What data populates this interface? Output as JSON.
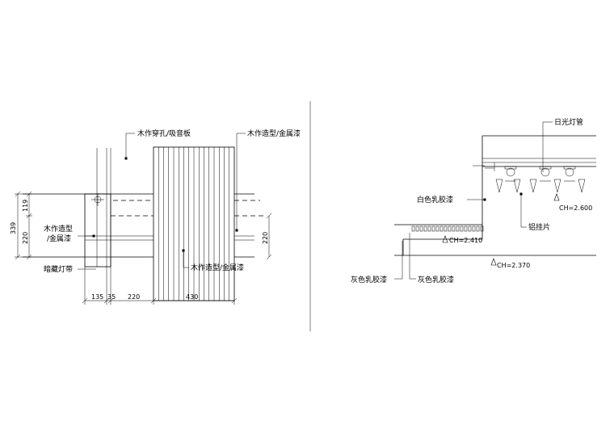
{
  "left_drawing": {
    "labels": {
      "perforated_panel": "木作穿孔/吸音板",
      "wood_metal_top": "木作造型/金属漆",
      "wood_shape_left_1": "木作造型",
      "wood_shape_left_2": "/金属漆",
      "hidden_light": "暗藏灯带",
      "wood_metal_bottom": "木作造型/金属漆"
    },
    "dims_vertical": {
      "total": "339",
      "upper": "119",
      "lower": "220",
      "right": "220"
    },
    "dims_horizontal": [
      "135",
      "35",
      "220",
      "430"
    ]
  },
  "right_drawing": {
    "labels": {
      "fluorescent_tube": "日光灯管",
      "white_latex": "白色乳胶漆",
      "aluminum_plate": "铝挂片",
      "grey_latex_left": "灰色乳胶漆",
      "grey_latex_right": "灰色乳胶漆"
    },
    "heights": {
      "ch_2600": "CH=2.600",
      "ch_2410": "CH=2.410",
      "ch_2370": "CH=2.370"
    }
  }
}
